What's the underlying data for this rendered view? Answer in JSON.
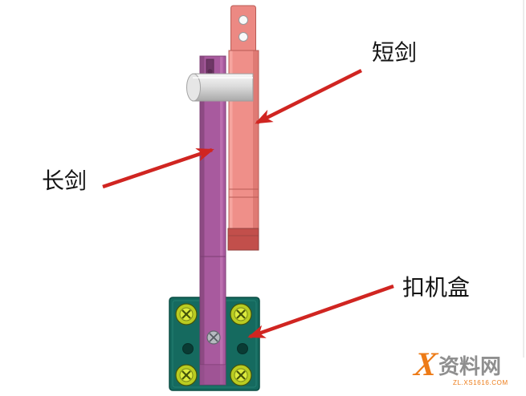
{
  "diagram": {
    "labels": {
      "short_sword": "短剑",
      "long_sword": "长剑",
      "trigger_box": "扣机盒"
    },
    "colors": {
      "arrow": "#d02521",
      "short_sword_body": "#ef8f89",
      "short_sword_foot": "#c24f4b",
      "long_sword_body": "#a85a9e",
      "trigger_box_body": "#156a5f",
      "screw_outer": "#b9cc22",
      "pin_cap": "#e6e6e6"
    }
  },
  "watermark": {
    "mark": "X",
    "name": "资料网",
    "domain": "ZL.XS1616.COM"
  }
}
